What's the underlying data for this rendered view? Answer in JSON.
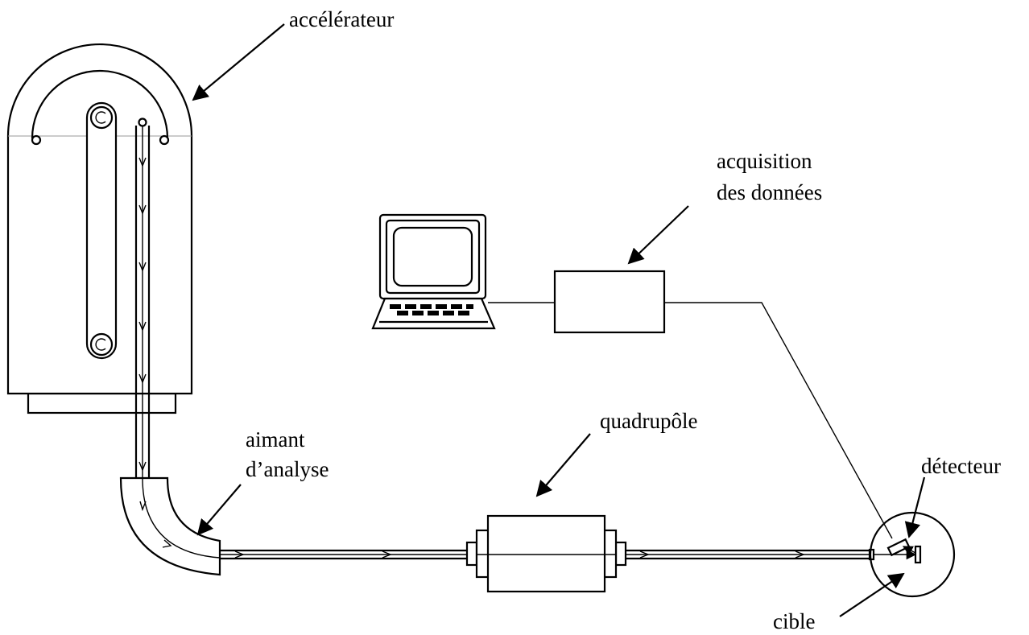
{
  "labels": {
    "accelerator": "accélérateur",
    "acquisition_line1": "acquisition",
    "acquisition_line2": "des données",
    "magnet_line1": "aimant",
    "magnet_line2": "d’analyse",
    "quadrupole": "quadrupôle",
    "detector": "détecteur",
    "target": "cible"
  },
  "icons": [
    "computer-icon"
  ]
}
